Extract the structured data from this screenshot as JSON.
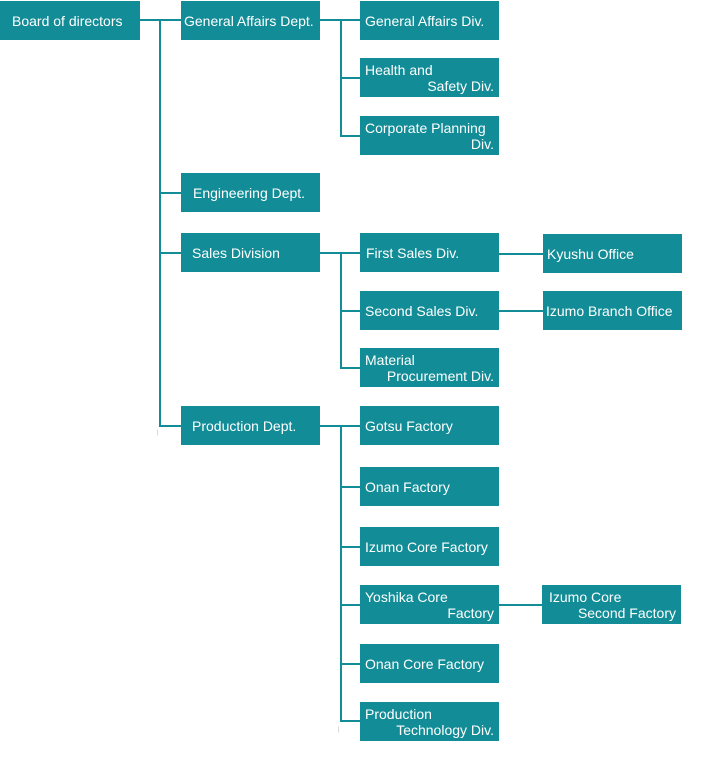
{
  "chart": {
    "board": "Board of directors",
    "depts": {
      "general_affairs": "General Affairs Dept.",
      "engineering": "Engineering Dept.",
      "sales": "Sales Division",
      "production": "Production Dept."
    },
    "divs": {
      "general_affairs_div": "General Affairs Div.",
      "health_safety": [
        "Health and",
        "Safety Div."
      ],
      "corporate_planning": [
        "Corporate Planning",
        "Div."
      ],
      "first_sales": "First Sales Div.",
      "second_sales": "Second Sales Div.",
      "material_procurement": [
        "Material",
        "Procurement Div."
      ],
      "gotsu_factory": "Gotsu Factory",
      "onan_factory": "Onan Factory",
      "izumo_core_factory": "Izumo Core Factory",
      "yoshika_core_factory": [
        "Yoshika Core",
        "Factory"
      ],
      "onan_core_factory": "Onan Core Factory",
      "production_technology": [
        "Production",
        "Technology Div."
      ]
    },
    "offices": {
      "kyushu": "Kyushu Office",
      "izumo_branch": "Izumo Branch Office",
      "izumo_core_second": [
        "Izumo Core",
        "Second Factory"
      ]
    }
  }
}
